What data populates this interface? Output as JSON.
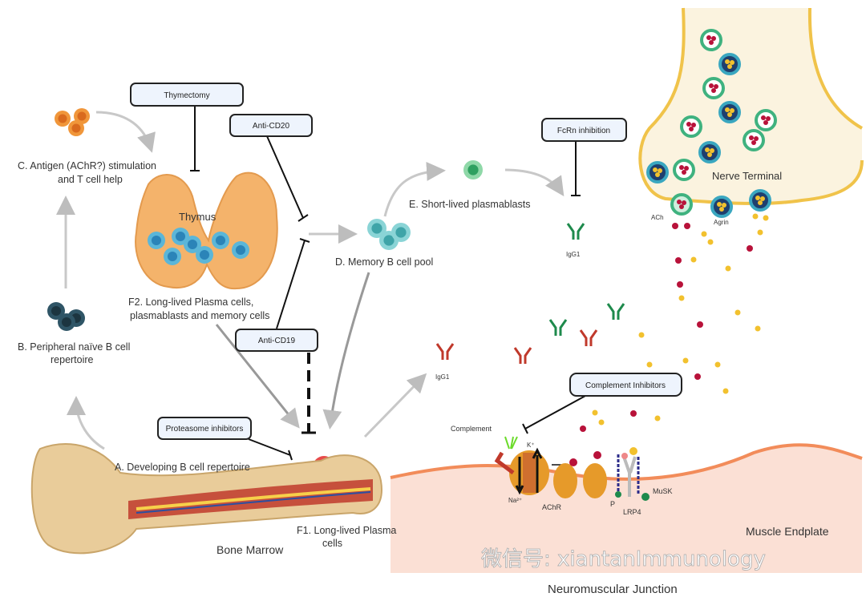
{
  "labels": {
    "thymectomy": "Thymectomy",
    "anti_cd20": "Anti-CD20",
    "fcrn": "FcRn inhibition",
    "anti_cd19": "Anti-CD19",
    "proteasome": "Proteasome inhibitors",
    "complement_inhibitors": "Complement Inhibitors"
  },
  "stages": {
    "c_line1": "C. Antigen (AChR?) stimulation",
    "c_line2": "and T cell help",
    "b_line1": "B. Peripheral naïve B cell",
    "b_line2": "repertoire",
    "a": "A. Developing B cell repertoire",
    "f2_line1": "F2. Long-lived Plasma cells,",
    "f2_line2": "plasmablasts and memory cells",
    "d": "D. Memory B cell pool",
    "e": "E. Short-lived plasmablasts",
    "f1_line1": "F1. Long-lived Plasma",
    "f1_line2": "cells"
  },
  "organs": {
    "thymus": "Thymus",
    "bone_marrow": "Bone Marrow",
    "nerve_terminal": "Nerve Terminal",
    "muscle_endplate": "Muscle Endplate",
    "nmj": "Neuromuscular Junction"
  },
  "molecules": {
    "igg1_a": "IgG1",
    "igg1_b": "IgG1",
    "ach": "ACh",
    "agrin": "Agrin",
    "complement": "Complement",
    "k": "K⁺",
    "na": "Na²⁺",
    "achr": "AChR",
    "p": "P",
    "lrp4": "LRP4",
    "musk": "MuSK"
  },
  "watermark": "微信号: xiantanImmunology",
  "colors": {
    "box_fill": "#eef4fd",
    "nerve": "#fbf3df",
    "nerve_border": "#f0c34a",
    "muscle": "#fbe0d5",
    "muscle_border": "#f28c5a",
    "ach": "#b8123a",
    "agrin": "#f2c12e",
    "antibody_red": "#c0392b",
    "antibody_green": "#1e8a4c"
  }
}
